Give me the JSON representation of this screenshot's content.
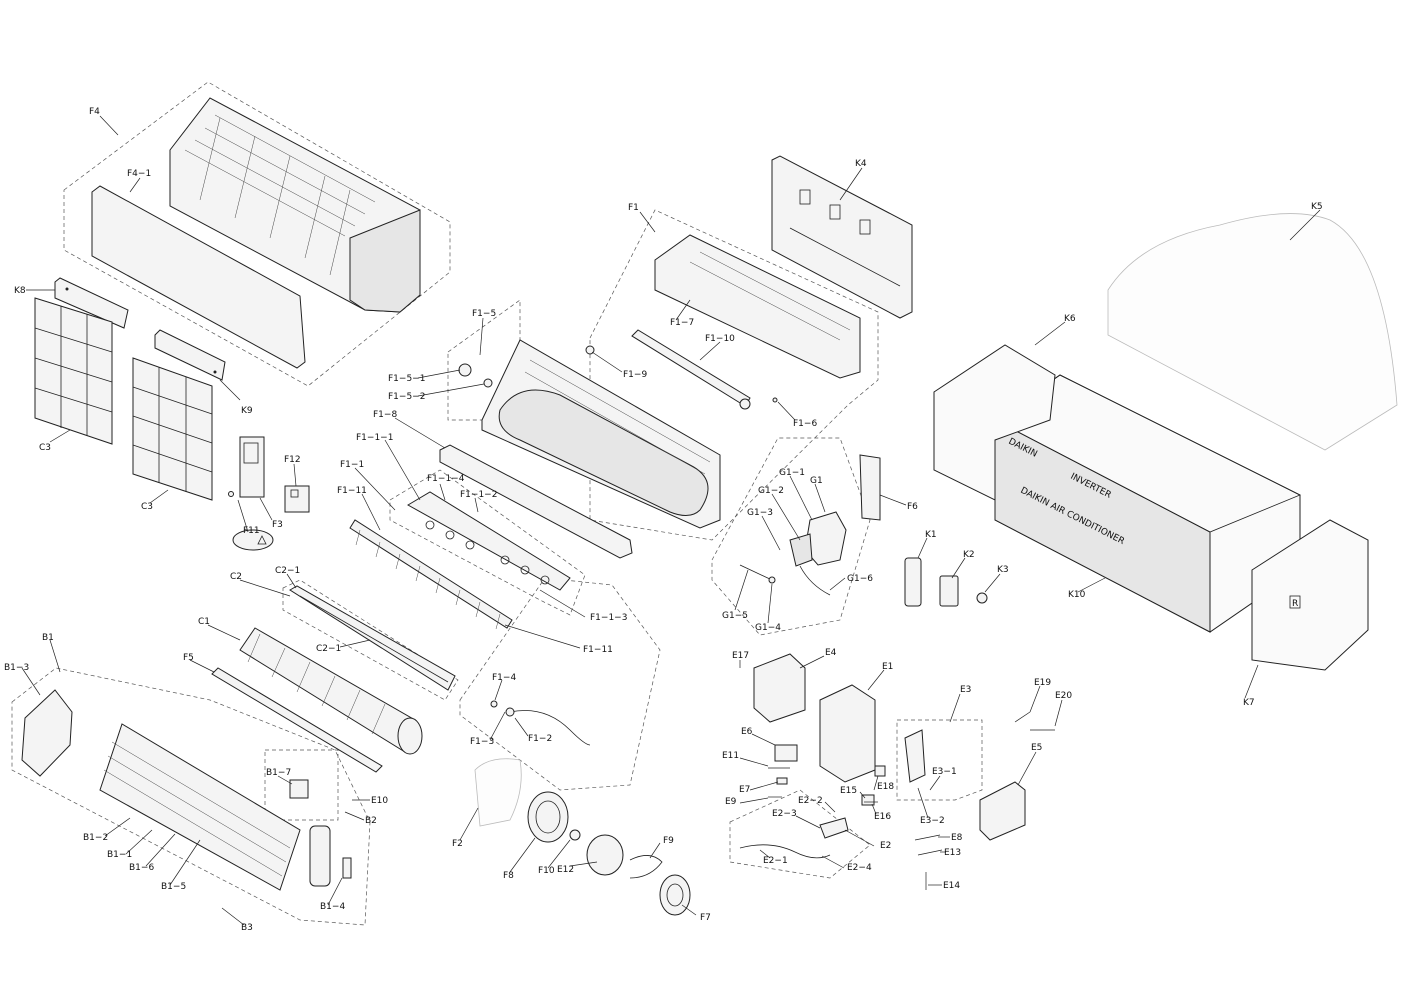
{
  "diagram": {
    "labels": [
      {
        "id": "F4",
        "text": "F4"
      },
      {
        "id": "F4-1",
        "text": "F4−1"
      },
      {
        "id": "K8",
        "text": "K8"
      },
      {
        "id": "C3a",
        "text": "C3"
      },
      {
        "id": "C3b",
        "text": "C3"
      },
      {
        "id": "K9",
        "text": "K9"
      },
      {
        "id": "F12",
        "text": "F12"
      },
      {
        "id": "F3",
        "text": "F3"
      },
      {
        "id": "F11",
        "text": "F11"
      },
      {
        "id": "F1",
        "text": "F1"
      },
      {
        "id": "F1-7",
        "text": "F1−7"
      },
      {
        "id": "F1-10",
        "text": "F1−10"
      },
      {
        "id": "F1-9",
        "text": "F1−9"
      },
      {
        "id": "F1-6",
        "text": "F1−6"
      },
      {
        "id": "F1-5",
        "text": "F1−5"
      },
      {
        "id": "F1-5-1",
        "text": "F1−5−1"
      },
      {
        "id": "F1-5-2",
        "text": "F1−5−2"
      },
      {
        "id": "F1-8",
        "text": "F1−8"
      },
      {
        "id": "F1-1-1",
        "text": "F1−1−1"
      },
      {
        "id": "F1-1",
        "text": "F1−1"
      },
      {
        "id": "F1-1-4",
        "text": "F1−1−4"
      },
      {
        "id": "F1-1-2",
        "text": "F1−1−2"
      },
      {
        "id": "F1-11a",
        "text": "F1−11"
      },
      {
        "id": "F1-1-3",
        "text": "F1−1−3"
      },
      {
        "id": "F1-11b",
        "text": "F1−11"
      },
      {
        "id": "K4",
        "text": "K4"
      },
      {
        "id": "K5",
        "text": "K5"
      },
      {
        "id": "K6",
        "text": "K6"
      },
      {
        "id": "K1",
        "text": "K1"
      },
      {
        "id": "K2",
        "text": "K2"
      },
      {
        "id": "K3",
        "text": "K3"
      },
      {
        "id": "K10",
        "text": "K10"
      },
      {
        "id": "K7",
        "text": "K7"
      },
      {
        "id": "F6",
        "text": "F6"
      },
      {
        "id": "G1",
        "text": "G1"
      },
      {
        "id": "G1-1",
        "text": "G1−1"
      },
      {
        "id": "G1-2",
        "text": "G1−2"
      },
      {
        "id": "G1-3",
        "text": "G1−3"
      },
      {
        "id": "G1-6",
        "text": "G1−6"
      },
      {
        "id": "G1-5",
        "text": "G1−5"
      },
      {
        "id": "G1-4",
        "text": "G1−4"
      },
      {
        "id": "C2",
        "text": "C2"
      },
      {
        "id": "C2-1a",
        "text": "C2−1"
      },
      {
        "id": "C2-1b",
        "text": "C2−1"
      },
      {
        "id": "C1",
        "text": "C1"
      },
      {
        "id": "F5",
        "text": "F5"
      },
      {
        "id": "B1",
        "text": "B1"
      },
      {
        "id": "B1-3",
        "text": "B1−3"
      },
      {
        "id": "B1-7",
        "text": "B1−7"
      },
      {
        "id": "E10",
        "text": "E10"
      },
      {
        "id": "B2",
        "text": "B2"
      },
      {
        "id": "B1-2",
        "text": "B1−2"
      },
      {
        "id": "B1-1",
        "text": "B1−1"
      },
      {
        "id": "B1-6",
        "text": "B1−6"
      },
      {
        "id": "B1-5",
        "text": "B1−5"
      },
      {
        "id": "B1-4",
        "text": "B1−4"
      },
      {
        "id": "B3",
        "text": "B3"
      },
      {
        "id": "F1-4",
        "text": "F1−4"
      },
      {
        "id": "F1-3",
        "text": "F1−3"
      },
      {
        "id": "F1-2",
        "text": "F1−2"
      },
      {
        "id": "F2",
        "text": "F2"
      },
      {
        "id": "F8",
        "text": "F8"
      },
      {
        "id": "F10",
        "text": "F10"
      },
      {
        "id": "E12",
        "text": "E12"
      },
      {
        "id": "F9",
        "text": "F9"
      },
      {
        "id": "F7",
        "text": "F7"
      },
      {
        "id": "E17",
        "text": "E17"
      },
      {
        "id": "E4",
        "text": "E4"
      },
      {
        "id": "E1",
        "text": "E1"
      },
      {
        "id": "E6",
        "text": "E6"
      },
      {
        "id": "E11",
        "text": "E11"
      },
      {
        "id": "E7",
        "text": "E7"
      },
      {
        "id": "E9",
        "text": "E9"
      },
      {
        "id": "E2-2",
        "text": "E2−2"
      },
      {
        "id": "E2-3",
        "text": "E2−3"
      },
      {
        "id": "E15",
        "text": "E15"
      },
      {
        "id": "E18",
        "text": "E18"
      },
      {
        "id": "E16",
        "text": "E16"
      },
      {
        "id": "E2",
        "text": "E2"
      },
      {
        "id": "E2-1",
        "text": "E2−1"
      },
      {
        "id": "E2-4",
        "text": "E2−4"
      },
      {
        "id": "E3",
        "text": "E3"
      },
      {
        "id": "E3-1",
        "text": "E3−1"
      },
      {
        "id": "E3-2",
        "text": "E3−2"
      },
      {
        "id": "E19",
        "text": "E19"
      },
      {
        "id": "E20",
        "text": "E20"
      },
      {
        "id": "E5",
        "text": "E5"
      },
      {
        "id": "E8",
        "text": "E8"
      },
      {
        "id": "E13",
        "text": "E13"
      },
      {
        "id": "E14",
        "text": "E14"
      }
    ],
    "box_markings": {
      "brand": "DAIKIN AIR CONDITIONER",
      "logo": "INVERTER",
      "side": "DAIKIN",
      "k7_mark": "R"
    },
    "colors": {
      "line": "#222222",
      "dash": "#555555",
      "background": "#ffffff",
      "fill": "#f4f4f4"
    }
  }
}
